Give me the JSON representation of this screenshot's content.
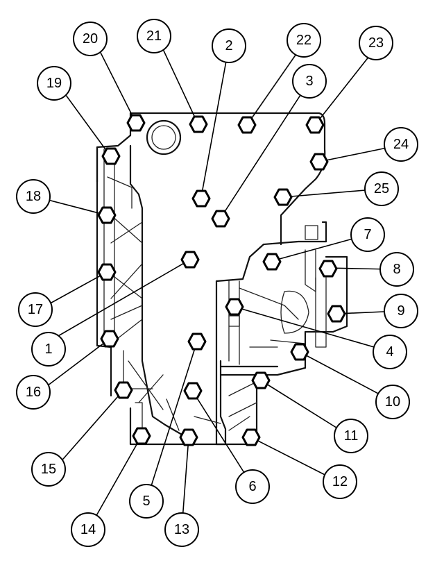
{
  "callouts": [
    {
      "n": 1,
      "label": "1"
    },
    {
      "n": 2,
      "label": "2"
    },
    {
      "n": 3,
      "label": "3"
    },
    {
      "n": 4,
      "label": "4"
    },
    {
      "n": 5,
      "label": "5"
    },
    {
      "n": 6,
      "label": "6"
    },
    {
      "n": 7,
      "label": "7"
    },
    {
      "n": 8,
      "label": "8"
    },
    {
      "n": 9,
      "label": "9"
    },
    {
      "n": 10,
      "label": "10"
    },
    {
      "n": 11,
      "label": "11"
    },
    {
      "n": 12,
      "label": "12"
    },
    {
      "n": 13,
      "label": "13"
    },
    {
      "n": 14,
      "label": "14"
    },
    {
      "n": 15,
      "label": "15"
    },
    {
      "n": 16,
      "label": "16"
    },
    {
      "n": 17,
      "label": "17"
    },
    {
      "n": 18,
      "label": "18"
    },
    {
      "n": 19,
      "label": "19"
    },
    {
      "n": 20,
      "label": "20"
    },
    {
      "n": 21,
      "label": "21"
    },
    {
      "n": 22,
      "label": "22"
    },
    {
      "n": 23,
      "label": "23"
    },
    {
      "n": 24,
      "label": "24"
    },
    {
      "n": 25,
      "label": "25"
    }
  ]
}
